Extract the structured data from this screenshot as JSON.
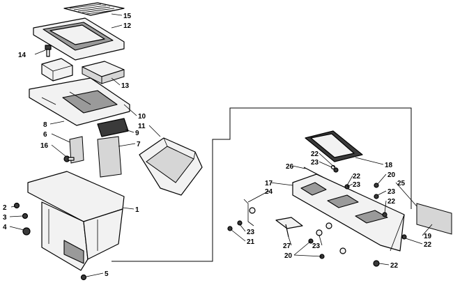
{
  "callouts": [
    {
      "id": "c15",
      "label": "15"
    },
    {
      "id": "c12",
      "label": "12"
    },
    {
      "id": "c14",
      "label": "14"
    },
    {
      "id": "c13",
      "label": "13"
    },
    {
      "id": "c10",
      "label": "10"
    },
    {
      "id": "c11",
      "label": "11"
    },
    {
      "id": "c8",
      "label": "8"
    },
    {
      "id": "c6",
      "label": "6"
    },
    {
      "id": "c9",
      "label": "9"
    },
    {
      "id": "c16",
      "label": "16"
    },
    {
      "id": "c7",
      "label": "7"
    },
    {
      "id": "c2",
      "label": "2"
    },
    {
      "id": "c1",
      "label": "1"
    },
    {
      "id": "c3",
      "label": "3"
    },
    {
      "id": "c4",
      "label": "4"
    },
    {
      "id": "c5",
      "label": "5"
    },
    {
      "id": "c22a",
      "label": "22"
    },
    {
      "id": "c23a",
      "label": "23"
    },
    {
      "id": "c18",
      "label": "18"
    },
    {
      "id": "c26",
      "label": "26"
    },
    {
      "id": "c22b",
      "label": "22"
    },
    {
      "id": "c20a",
      "label": "20"
    },
    {
      "id": "c17",
      "label": "17"
    },
    {
      "id": "c23b",
      "label": "23"
    },
    {
      "id": "c24",
      "label": "24"
    },
    {
      "id": "c23c",
      "label": "23"
    },
    {
      "id": "c25",
      "label": "25"
    },
    {
      "id": "c22c",
      "label": "22"
    },
    {
      "id": "c23d",
      "label": "23"
    },
    {
      "id": "c21",
      "label": "21"
    },
    {
      "id": "c27",
      "label": "27"
    },
    {
      "id": "c19",
      "label": "19"
    },
    {
      "id": "c22d",
      "label": "22"
    },
    {
      "id": "c23e",
      "label": "23"
    },
    {
      "id": "c20b",
      "label": "20"
    },
    {
      "id": "c22e",
      "label": "22"
    }
  ]
}
